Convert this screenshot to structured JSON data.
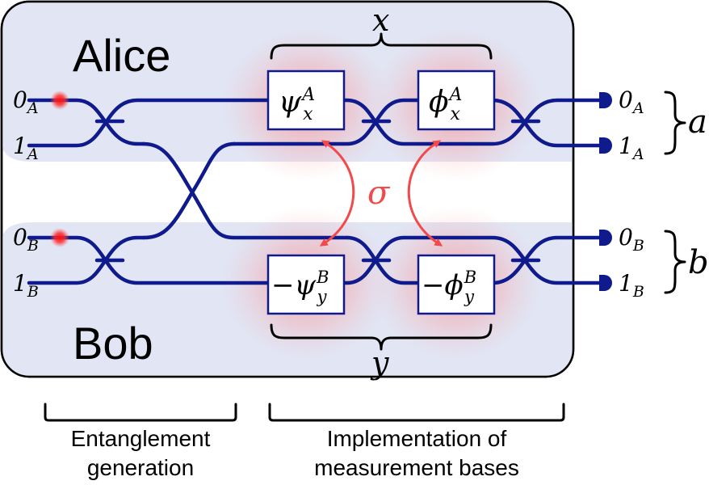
{
  "regions": {
    "alice_label": "Alice",
    "bob_label": "Bob"
  },
  "inputs": {
    "a0": {
      "base": "0",
      "sub": "A"
    },
    "a1": {
      "base": "1",
      "sub": "A"
    },
    "b0": {
      "base": "0",
      "sub": "B"
    },
    "b1": {
      "base": "1",
      "sub": "B"
    }
  },
  "outputs": {
    "a0": {
      "base": "0",
      "sub": "A"
    },
    "a1": {
      "base": "1",
      "sub": "A"
    },
    "b0": {
      "base": "0",
      "sub": "B"
    },
    "b1": {
      "base": "1",
      "sub": "B"
    }
  },
  "phase_boxes": {
    "psi_a": {
      "prefix": "",
      "sym": "ψ",
      "sup": "A",
      "sub": "x"
    },
    "phi_a": {
      "prefix": "",
      "sym": "ϕ",
      "sup": "A",
      "sub": "x"
    },
    "psi_b": {
      "prefix": "−",
      "sym": "ψ",
      "sup": "B",
      "sub": "y"
    },
    "phi_b": {
      "prefix": "−",
      "sym": "ϕ",
      "sup": "B",
      "sub": "y"
    }
  },
  "variables": {
    "x": "x",
    "y": "y",
    "a": "a",
    "b": "b",
    "sigma": "σ"
  },
  "sections": {
    "entanglement_line1": "Entanglement",
    "entanglement_line2": "generation",
    "measurement_line1": "Implementation of",
    "measurement_line2": "measurement bases"
  },
  "colors": {
    "wire": "#0f1a8c",
    "panel": "#e1e5f4",
    "sigma": "#f24a4a",
    "source": "#ee1c1c"
  }
}
